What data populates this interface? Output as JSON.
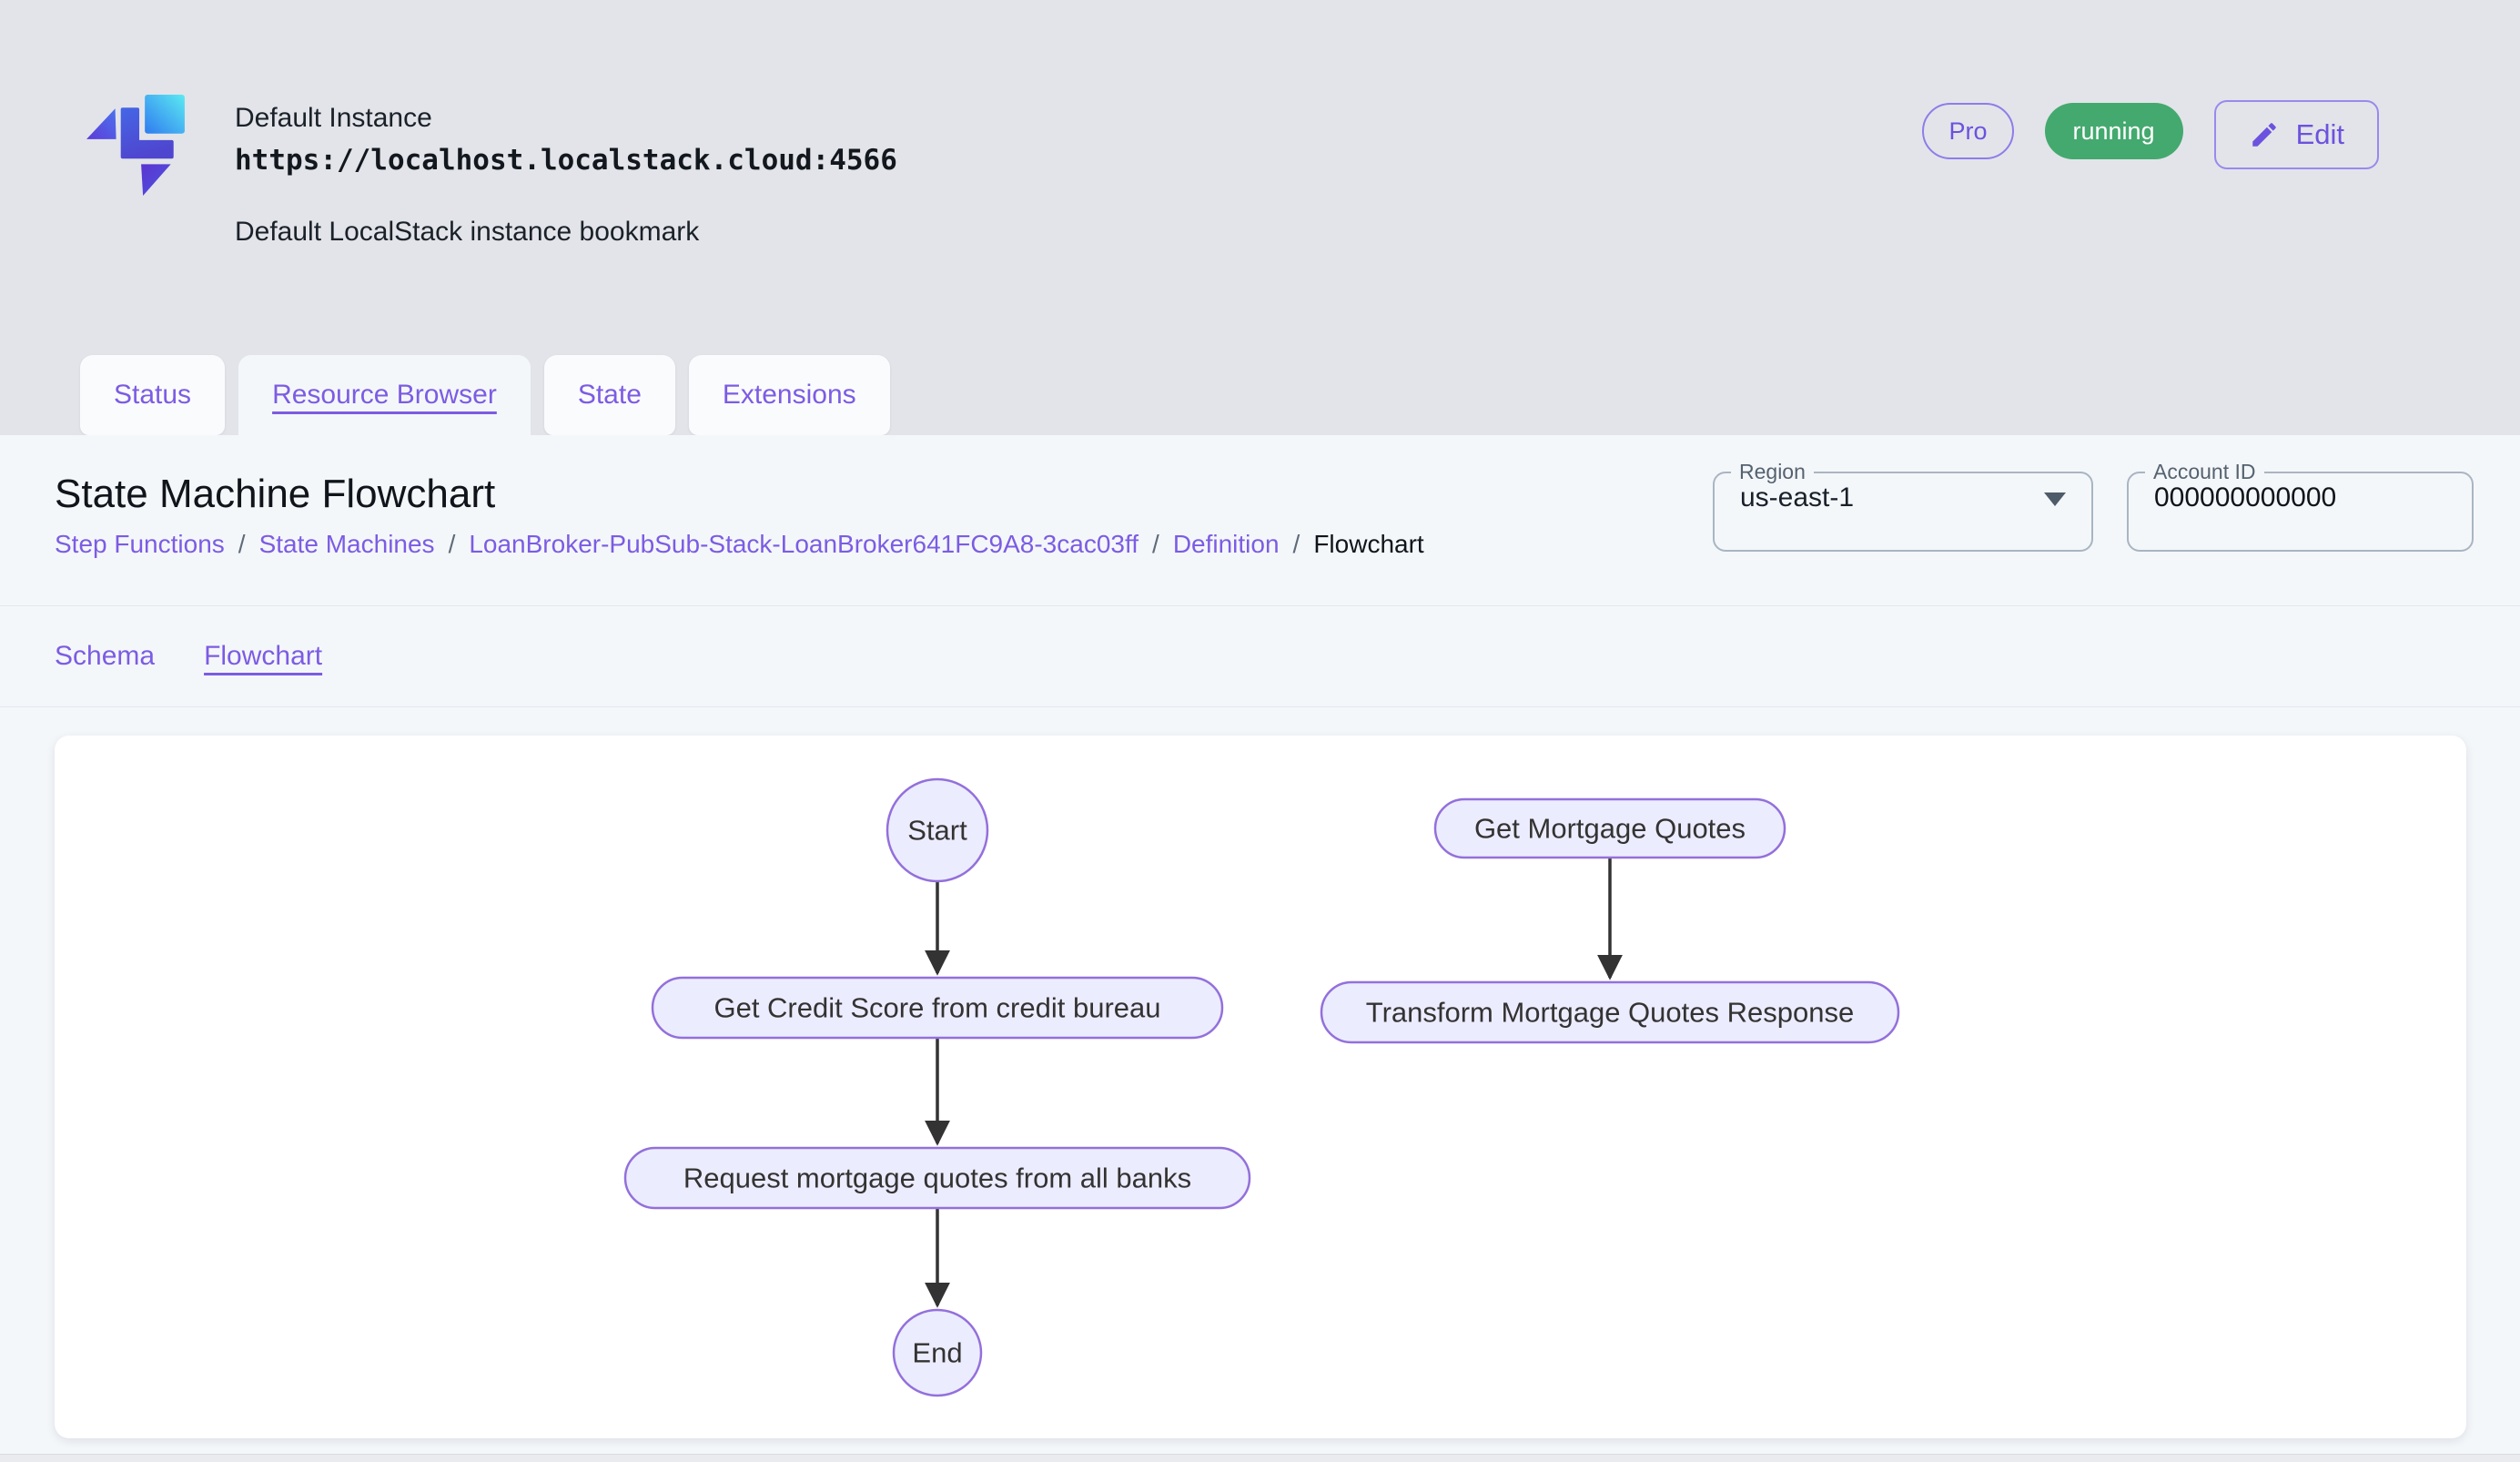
{
  "header": {
    "title": "Default Instance",
    "url": "https://localhost.localstack.cloud:4566",
    "subtitle": "Default LocalStack instance bookmark",
    "pro_badge": "Pro",
    "status_badge": "running",
    "edit_button": "Edit"
  },
  "tabs": [
    {
      "label": "Status"
    },
    {
      "label": "Resource Browser"
    },
    {
      "label": "State"
    },
    {
      "label": "Extensions"
    }
  ],
  "active_tab": "Resource Browser",
  "page": {
    "title": "State Machine Flowchart",
    "breadcrumb_separator": "/",
    "breadcrumb": [
      "Step Functions",
      "State Machines",
      "LoanBroker-PubSub-Stack-LoanBroker641FC9A8-3cac03ff",
      "Definition",
      "Flowchart"
    ],
    "region_field": {
      "label": "Region",
      "value": "us-east-1"
    },
    "account_field": {
      "label": "Account ID",
      "value": "000000000000"
    },
    "subtabs": [
      "Schema",
      "Flowchart"
    ],
    "active_subtab": "Flowchart"
  },
  "flowchart": {
    "nodes": [
      {
        "id": "start",
        "label": "Start",
        "shape": "ellipse"
      },
      {
        "id": "get-credit-score",
        "label": "Get Credit Score from credit bureau",
        "shape": "stadium"
      },
      {
        "id": "request-quotes",
        "label": "Request mortgage quotes from all banks",
        "shape": "stadium"
      },
      {
        "id": "end",
        "label": "End",
        "shape": "ellipse"
      },
      {
        "id": "get-mortgage-quotes",
        "label": "Get Mortgage Quotes",
        "shape": "stadium"
      },
      {
        "id": "transform-response",
        "label": "Transform Mortgage Quotes Response",
        "shape": "stadium"
      }
    ],
    "edges": [
      {
        "from": "Start",
        "to": "Get Credit Score from credit bureau"
      },
      {
        "from": "Get Credit Score from credit bureau",
        "to": "Request mortgage quotes from all banks"
      },
      {
        "from": "Request mortgage quotes from all banks",
        "to": "End"
      },
      {
        "from": "Get Mortgage Quotes",
        "to": "Transform Mortgage Quotes Response"
      }
    ]
  },
  "colors": {
    "page_background": "#e2e4e9",
    "panel_background": "#f4f7fa",
    "accent_purple": "#7c5ce3",
    "badge_green": "#44a96e",
    "node_fill": "#ececff",
    "node_border": "#9370db",
    "edge_color": "#333333"
  }
}
